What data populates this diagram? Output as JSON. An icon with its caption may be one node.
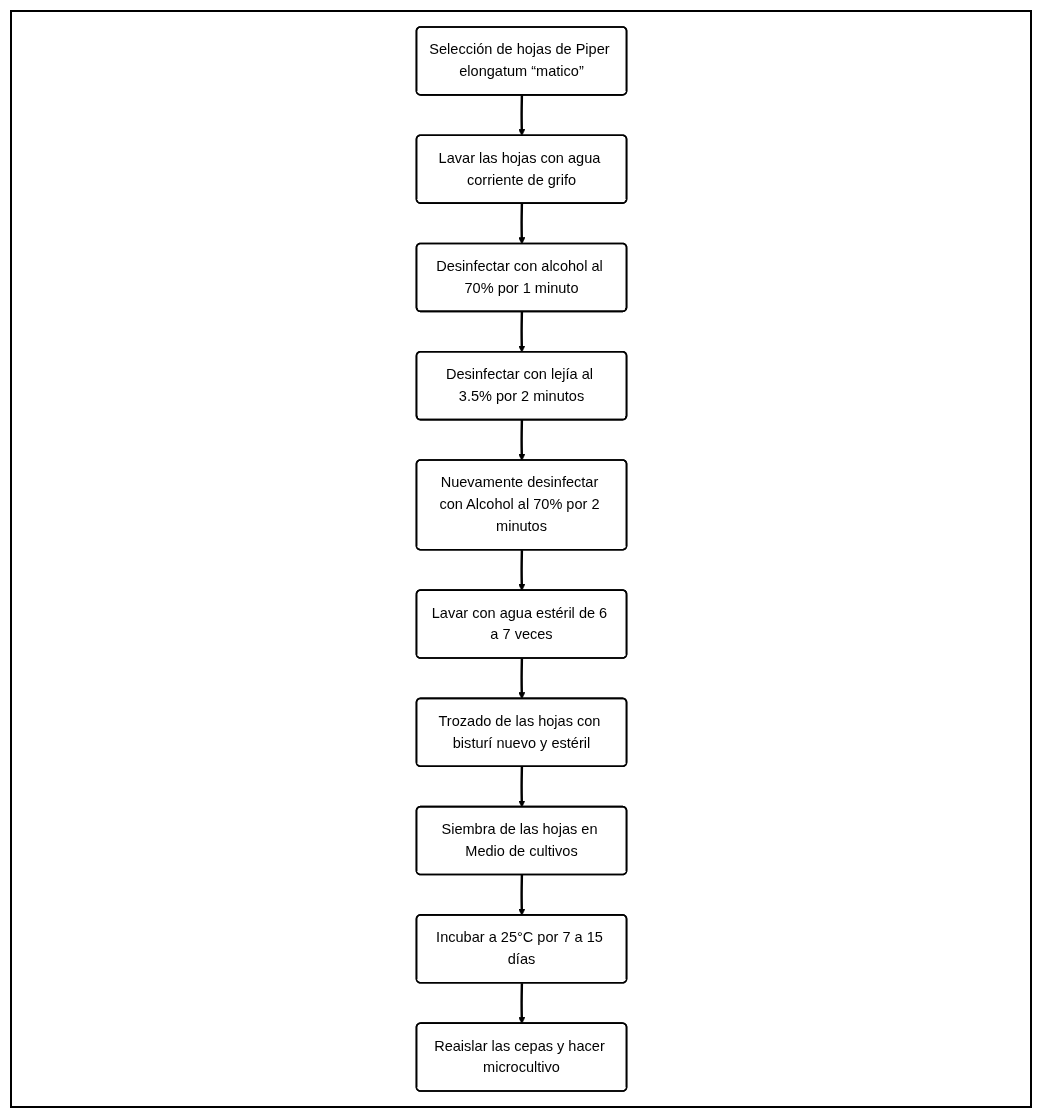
{
  "diagram": {
    "nodes": [
      {
        "text": [
          "Selección de hojas de Piper elongatum “matico”"
        ]
      },
      {
        "text": [
          "Lavar las hojas con agua corriente de grifo"
        ]
      },
      {
        "text": [
          "Desinfectar con alcohol al 70% por 1 minuto"
        ]
      },
      {
        "text": [
          "Desinfectar con lejía al 3.5% por 2 minutos"
        ]
      },
      {
        "text": [
          "Nuevamente desinfectar con Alcohol al 70% por 2 minutos"
        ]
      },
      {
        "text": [
          "Lavar con agua estéril de 6 a 7 veces"
        ]
      },
      {
        "text": [
          "Trozado de las hojas con bisturí nuevo y estéril"
        ]
      },
      {
        "text": [
          "Siembra de las hojas en Medio de cultivos"
        ]
      },
      {
        "text": [
          "Incubar a 25°C por 7 a 15 días"
        ]
      },
      {
        "text": [
          "Reaislar las cepas y hacer microcultivo"
        ]
      }
    ],
    "edges": [
      {
        "from": 0,
        "to": 1,
        "arrow": "to"
      },
      {
        "from": 1,
        "to": 2,
        "arrow": "to"
      },
      {
        "from": 2,
        "to": 3,
        "arrow": "to"
      },
      {
        "from": 3,
        "to": 4,
        "arrow": "to"
      },
      {
        "from": 4,
        "to": 5,
        "arrow": "to"
      },
      {
        "from": 5,
        "to": 6,
        "arrow": "to"
      },
      {
        "from": 6,
        "to": 7,
        "arrow": "to"
      },
      {
        "from": 7,
        "to": 8,
        "arrow": "to"
      },
      {
        "from": 8,
        "to": 9,
        "arrow": "to"
      }
    ]
  }
}
